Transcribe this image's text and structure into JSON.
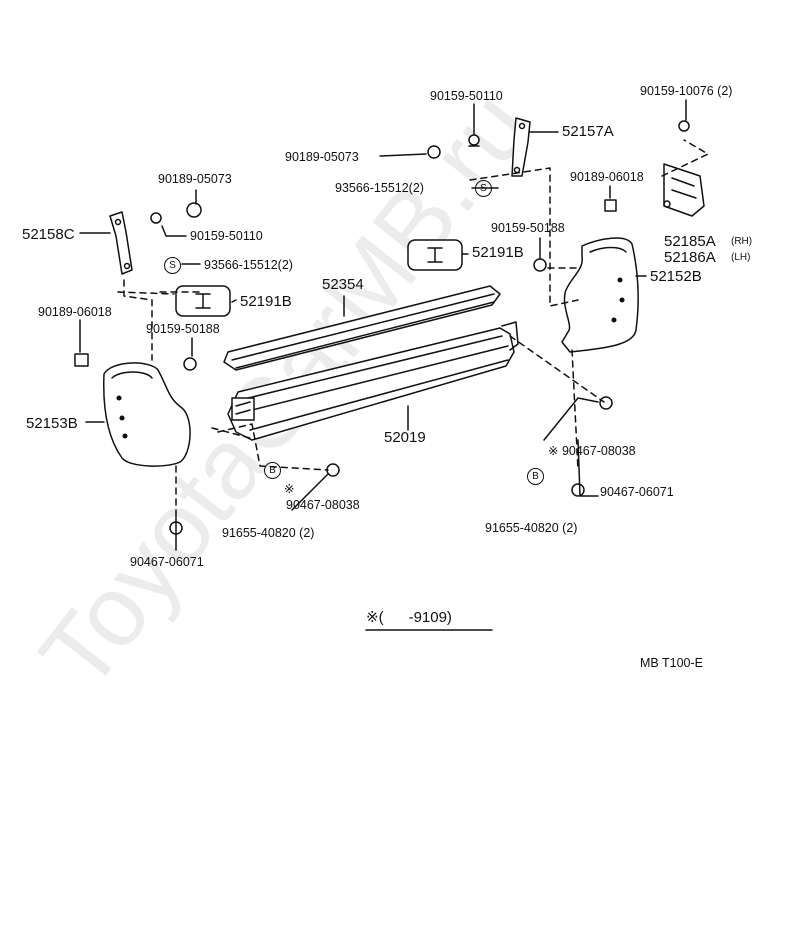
{
  "watermark": "ToyotaCarMB.ru",
  "labels": {
    "p9015950110_top": "90159-50110",
    "p9015910076": "90159-10076 (2)",
    "p52157A": "52157A",
    "p9018905073_mid": "90189-05073",
    "p9356615512_right": "93566-15512(2)",
    "p9018906018_right": "90189-06018",
    "p9018905073_left": "90189-05073",
    "p52158C": "52158C",
    "p9015950110_left": "90159-50110",
    "p9356615512_left": "93566-15512(2)",
    "p9015950188_right": "90159-50188",
    "p52191B_right": "52191B",
    "p52185A": "52185A",
    "p52185A_side": "(RH)",
    "p52186A": "52186A",
    "p52186A_side": "(LH)",
    "p52152B": "52152B",
    "p52354": "52354",
    "p52191B_left": "52191B",
    "p9018906018_left": "90189-06018",
    "p9015950188_left": "90159-50188",
    "p52153B": "52153B",
    "p52019": "52019",
    "p9046708038_right": "※ 90467-08038",
    "p9046706071_right": "90467-06071",
    "p9046708038_left": "90467-08038",
    "p9165540820_left": "91655-40820 (2)",
    "p9165540820_right": "91655-40820 (2)",
    "p9046706071_left": "90467-06071",
    "asterisk_left": "※",
    "footnote": "※(      -9109)",
    "diagram_code": "MB T100-E",
    "circle_s": "S",
    "circle_b": "B"
  }
}
